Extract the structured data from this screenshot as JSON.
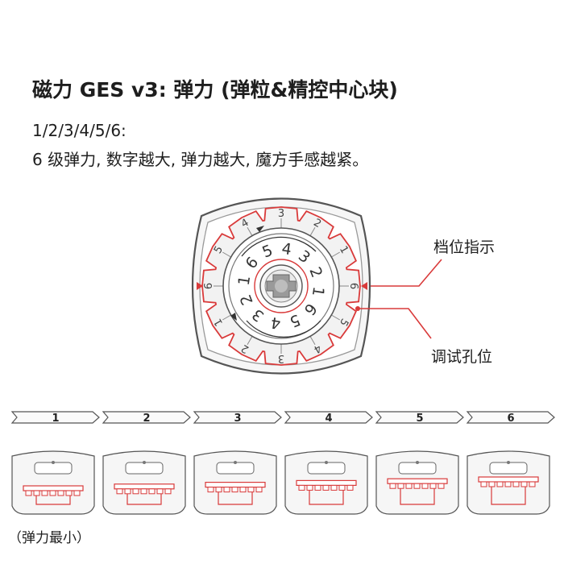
{
  "header": {
    "title": "磁力 GES v3: 弹力 (弹粒&精控中心块)",
    "line1": "1/2/3/4/5/6:",
    "line2": "6 级弹力, 数字越大, 弹力越大, 魔方手感越紧。"
  },
  "diagram": {
    "outer_labels": [
      "3",
      "2",
      "1",
      "6",
      "5",
      "4",
      "3",
      "2",
      "1",
      "6",
      "5",
      "4"
    ],
    "inner_digits": "654321654321",
    "callouts": {
      "indicator": "档位指示",
      "holes": "调试孔位"
    }
  },
  "levels": [
    "1",
    "2",
    "3",
    "4",
    "5",
    "6"
  ],
  "footnote": "（弹力最小）",
  "colors": {
    "accent": "#d93a3a",
    "stroke": "#555555",
    "light_fill": "#f6f6f6"
  }
}
